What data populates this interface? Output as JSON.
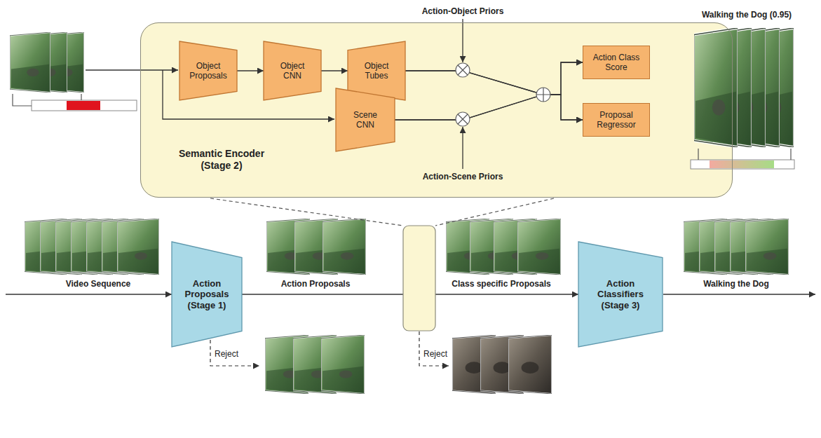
{
  "diagram": {
    "nodes": [
      {
        "text": [
          "Semantic Encoder (Stage 2)"
        ]
      },
      {
        "text": [
          "Object Proposals"
        ],
        "in": 0
      },
      {
        "text": [
          "Object CNN"
        ],
        "in": 0
      },
      {
        "text": [
          "Object Tubes"
        ],
        "in": 0
      },
      {
        "text": [
          "Action Class Score"
        ],
        "in": 0
      },
      {
        "text": [
          "Scene CNN"
        ],
        "in": 0
      },
      {
        "text": [
          "Proposal Regressor"
        ],
        "in": 0
      },
      {
        "text": [
          "Action Proposals (Stage 1)"
        ]
      },
      {
        "text": [
          "Action Classifiers (Stage 3)"
        ]
      }
    ],
    "edges": [
      {
        "from": 1,
        "to": 2,
        "arrow": "to"
      },
      {
        "from": 2,
        "to": 3,
        "arrow": "to"
      },
      {
        "from": 3,
        "to": 4,
        "arrow": "to"
      },
      {
        "from": 3,
        "to": 6,
        "arrow": "to"
      },
      {
        "from": 5,
        "to": 4,
        "arrow": "to"
      },
      {
        "from": 5,
        "to": 6,
        "arrow": "to"
      },
      {
        "from": 7,
        "to": 8,
        "arrow": "to"
      }
    ],
    "labels": [
      "Action-Object Priors",
      "Action-Scene Priors",
      "Walking the Dog (0.95)",
      "Video Sequence",
      "Action Proposals",
      "Class specific Proposals",
      "Walking the Dog",
      "Reject",
      "Reject"
    ]
  }
}
